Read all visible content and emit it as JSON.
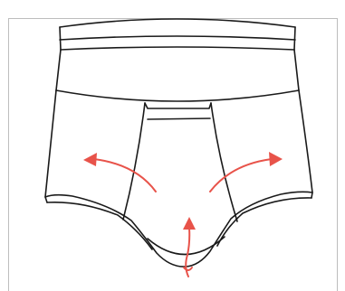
{
  "figure": {
    "subject": "underwear-brief-icon",
    "background_color": "#ffffff",
    "line_color": "#1a1a1a",
    "arrow_color": "#e8534a",
    "arrows": [
      {
        "name": "left-arrow-icon",
        "direction": "up-left"
      },
      {
        "name": "right-arrow-icon",
        "direction": "up-right"
      },
      {
        "name": "center-arrow-icon",
        "direction": "up"
      }
    ]
  }
}
